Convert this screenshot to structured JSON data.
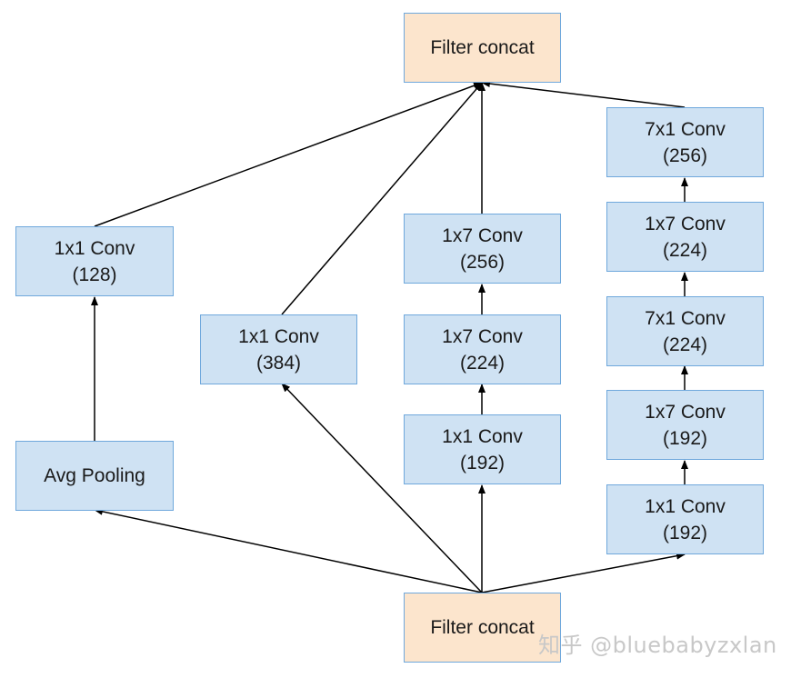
{
  "top_concat": {
    "label": "Filter concat"
  },
  "bottom_concat": {
    "label": "Filter concat"
  },
  "branch1": {
    "pool": {
      "label": "Avg Pooling"
    },
    "conv": {
      "title": "1x1 Conv",
      "filters": "(128)"
    }
  },
  "branch2": {
    "conv": {
      "title": "1x1 Conv",
      "filters": "(384)"
    }
  },
  "branch3": {
    "conv1": {
      "title": "1x1 Conv",
      "filters": "(192)"
    },
    "conv2": {
      "title": "1x7 Conv",
      "filters": "(224)"
    },
    "conv3": {
      "title": "1x7 Conv",
      "filters": "(256)"
    }
  },
  "branch4": {
    "conv1": {
      "title": "1x1 Conv",
      "filters": "(192)"
    },
    "conv2": {
      "title": "1x7 Conv",
      "filters": "(192)"
    },
    "conv3": {
      "title": "7x1 Conv",
      "filters": "(224)"
    },
    "conv4": {
      "title": "1x7 Conv",
      "filters": "(224)"
    },
    "conv5": {
      "title": "7x1 Conv",
      "filters": "(256)"
    }
  },
  "watermark": "知乎 @bluebabyzxlan"
}
